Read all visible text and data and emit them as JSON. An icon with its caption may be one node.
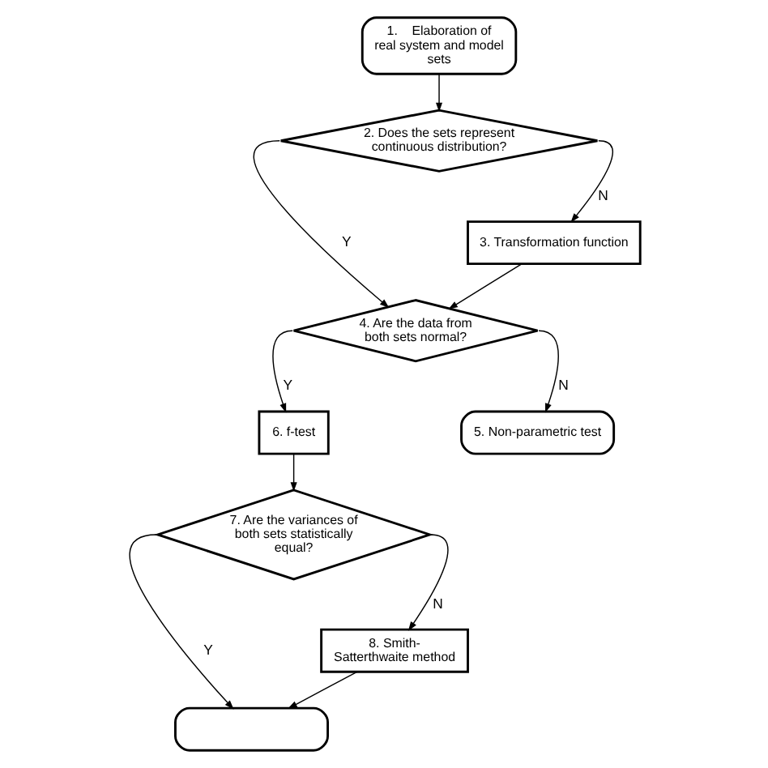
{
  "diagram": {
    "nodes": [
      {
        "text": [
          "1.    Elaboration of real system and model sets"
        ]
      },
      {
        "text": [
          "2. Does the sets represent continuous distribution?"
        ]
      },
      {
        "text": [
          "3. Transformation function"
        ]
      },
      {
        "text": [
          "4. Are the data from both sets normal?"
        ]
      },
      {
        "text": [
          "6. f-test"
        ]
      },
      {
        "text": [
          "5. Non-parametric test"
        ]
      },
      {
        "text": [
          "7. Are the variances of both sets statistically equal?"
        ]
      },
      {
        "text": [
          "8. Smith-Satterthwaite method"
        ]
      },
      {
        "text": [],
        "shape": "box"
      }
    ],
    "edges": [
      {
        "from": 0,
        "to": 1,
        "arrow": "to"
      },
      {
        "from": 1,
        "to": 3,
        "arrow": "to",
        "label": "Y"
      },
      {
        "from": 1,
        "to": 2,
        "arrow": "to",
        "label": "N"
      },
      {
        "from": 2,
        "to": 3,
        "arrow": "to"
      },
      {
        "from": 3,
        "to": 4,
        "arrow": "to",
        "label": "Y"
      },
      {
        "from": 3,
        "to": 5,
        "arrow": "to",
        "label": "N"
      },
      {
        "from": 4,
        "to": 6,
        "arrow": "to"
      },
      {
        "from": 6,
        "to": 8,
        "arrow": "to",
        "label": "Y"
      },
      {
        "from": 6,
        "to": 7,
        "arrow": "to",
        "label": "N"
      },
      {
        "from": 7,
        "to": 8,
        "arrow": "to"
      }
    ]
  }
}
